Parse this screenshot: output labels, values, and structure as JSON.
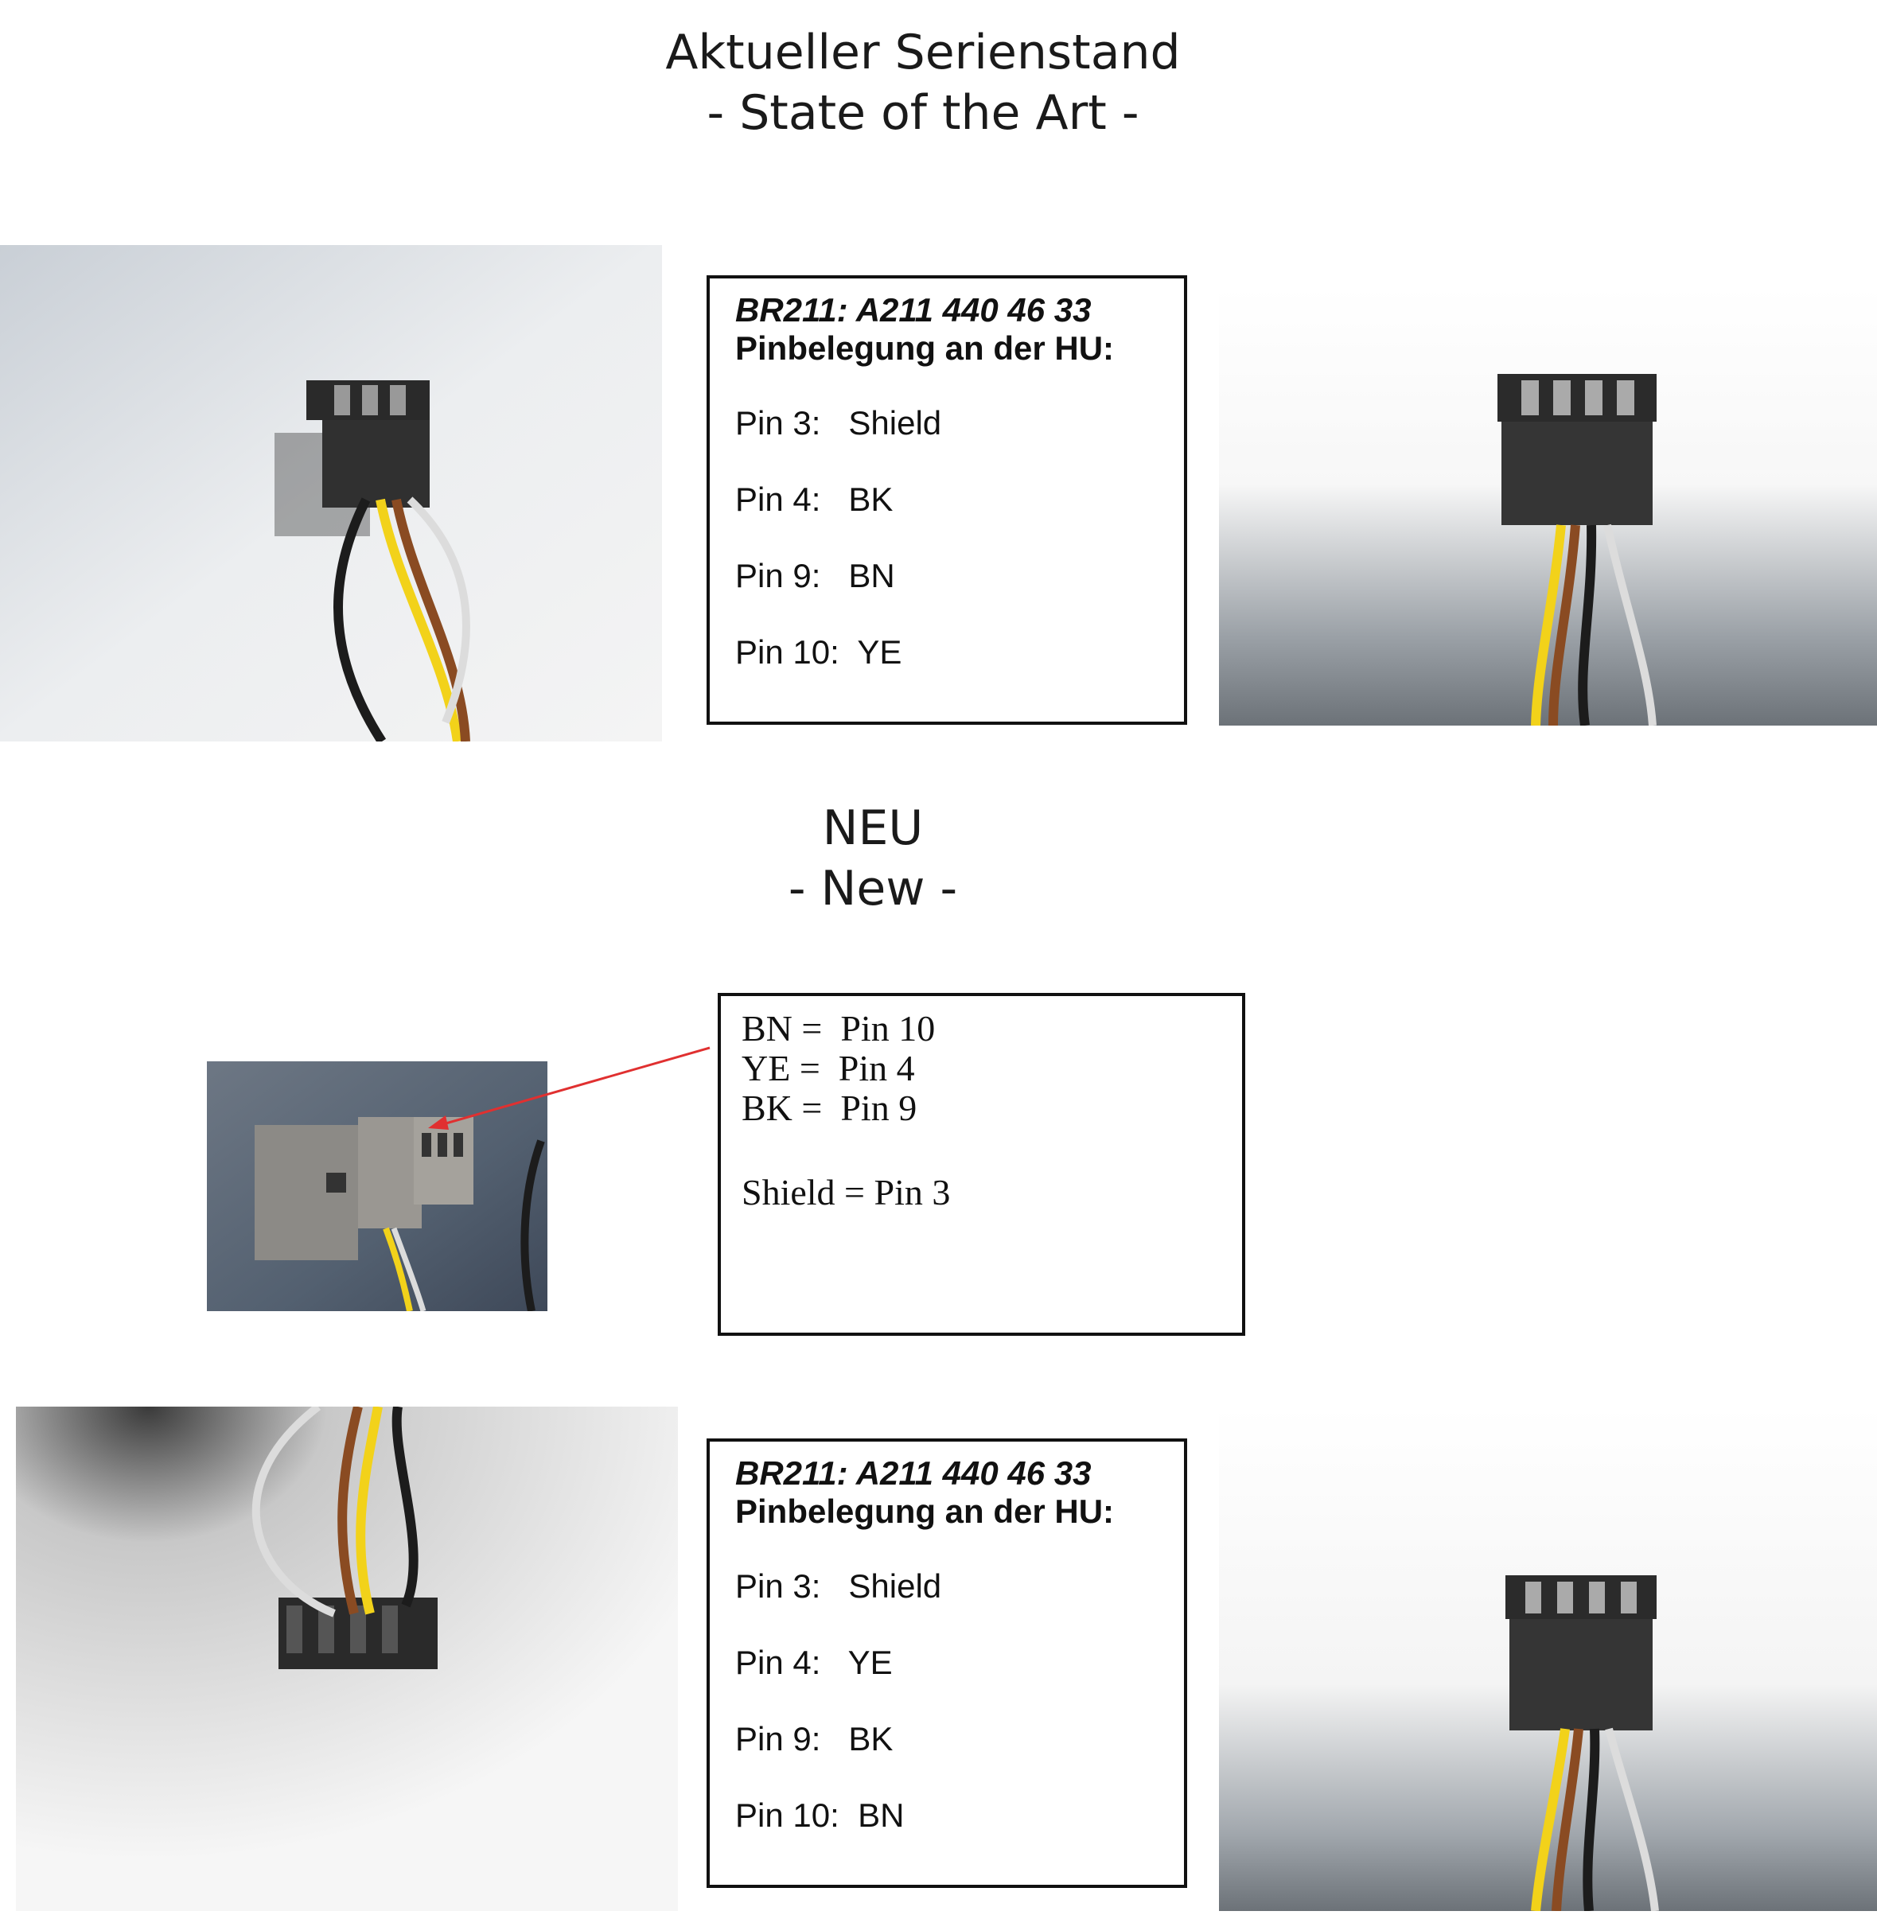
{
  "heading_top": {
    "line1": "Aktueller Serienstand",
    "line2": "- State of the Art -"
  },
  "heading_new": {
    "line1": "NEU",
    "line2": "- New -"
  },
  "box_top": {
    "title": "BR211: A211 440 46 33",
    "subtitle": "Pinbelegung an der HU:",
    "rows": [
      "Pin 3:   Shield",
      "Pin 4:   BK",
      "Pin 9:   BN",
      "Pin 10:  YE"
    ]
  },
  "box_new": {
    "rows": [
      "BN =  Pin 10",
      "YE =  Pin 4",
      "BK =  Pin 9",
      "Shield = Pin 3"
    ]
  },
  "box_bottom": {
    "title": "BR211: A211 440 46 33",
    "subtitle": "Pinbelegung an der HU:",
    "rows": [
      "Pin 3:   Shield",
      "Pin 4:   YE",
      "Pin 9:   BK",
      "Pin 10:  BN"
    ]
  },
  "colors": {
    "wire_black": "#1c1c1c",
    "wire_yellow": "#f2d21a",
    "wire_brown": "#8a4b22",
    "wire_white": "#dcdcdc",
    "arrow": "#e03030"
  }
}
